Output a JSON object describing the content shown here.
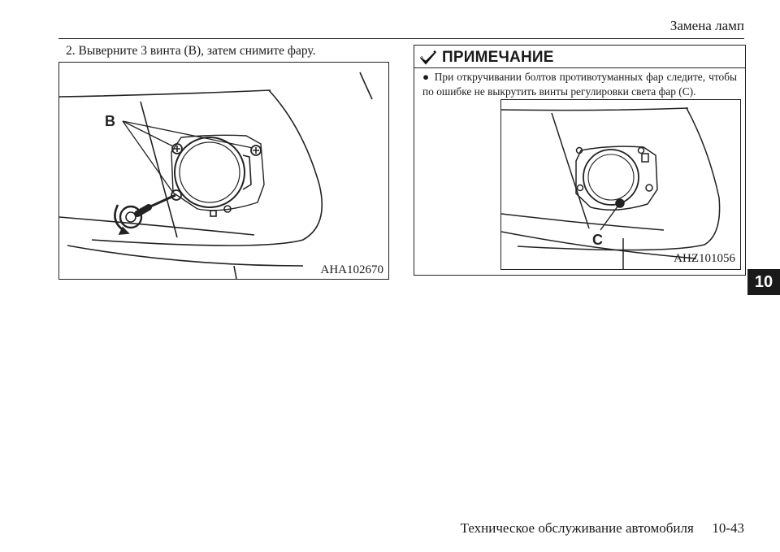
{
  "header": {
    "title": "Замена ламп"
  },
  "step": {
    "text": "2. Выверните 3 винта (B), затем снимите фару."
  },
  "figure_left": {
    "callout": "B",
    "code": "AHA102670"
  },
  "note": {
    "title": "ПРИМЕЧАНИЕ",
    "icon": "note-check-icon",
    "bullet": "●",
    "text": "При откручивании болтов противотуманных фар следите, чтобы по ошибке не выкрутить винты регулировки света фар (C).",
    "figure": {
      "callout": "C",
      "code": "AHZ101056"
    }
  },
  "chapter_tab": {
    "label": "10"
  },
  "footer": {
    "section": "Техническое обслуживание автомобиля",
    "page": "10-43"
  }
}
